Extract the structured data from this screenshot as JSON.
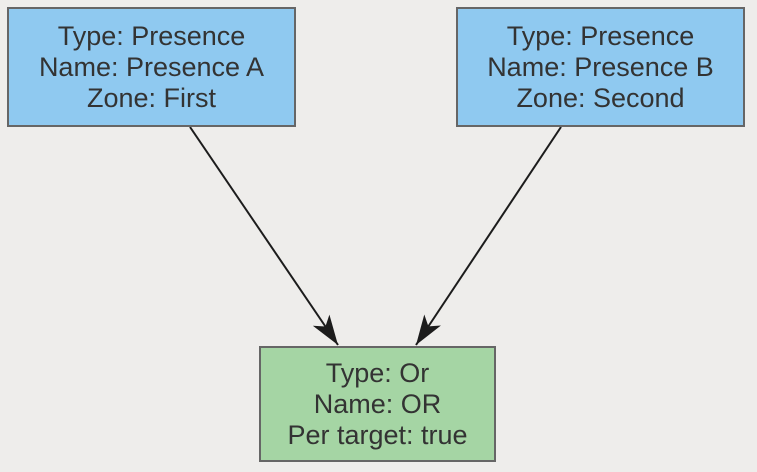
{
  "diagram": {
    "background_color": "#EEEDEB",
    "text_color": "#333333",
    "border_color": "#666666",
    "arrow_color": "#1C1C1C",
    "node_fill_blue": "#8FC9F0",
    "node_fill_green": "#A5D5A4",
    "nodes": [
      {
        "id": "presence-a",
        "kind": "condition",
        "fill": "#8FC9F0",
        "lines": [
          "Type: Presence",
          "Name: Presence A",
          "Zone: First"
        ]
      },
      {
        "id": "presence-b",
        "kind": "condition",
        "fill": "#8FC9F0",
        "lines": [
          "Type: Presence",
          "Name: Presence B",
          "Zone: Second"
        ]
      },
      {
        "id": "or",
        "kind": "operator",
        "fill": "#A5D5A4",
        "lines": [
          "Type: Or",
          "Name: OR",
          "Per target: true"
        ]
      }
    ],
    "edges": [
      {
        "from": "presence-a",
        "to": "or"
      },
      {
        "from": "presence-b",
        "to": "or"
      }
    ]
  }
}
